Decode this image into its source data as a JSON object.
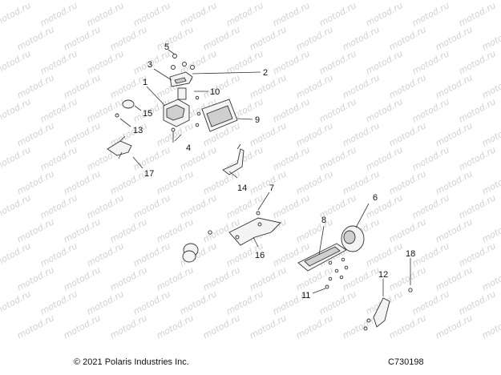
{
  "watermark": {
    "text": "motod.ru"
  },
  "callouts": [
    "1",
    "2",
    "3",
    "4",
    "5",
    "6",
    "7",
    "8",
    "9",
    "10",
    "11",
    "12",
    "13",
    "14",
    "15",
    "16",
    "17",
    "18"
  ],
  "footer": {
    "copyright": "© 2021 Polaris Industries Inc.",
    "diagram_code": "C730198"
  }
}
